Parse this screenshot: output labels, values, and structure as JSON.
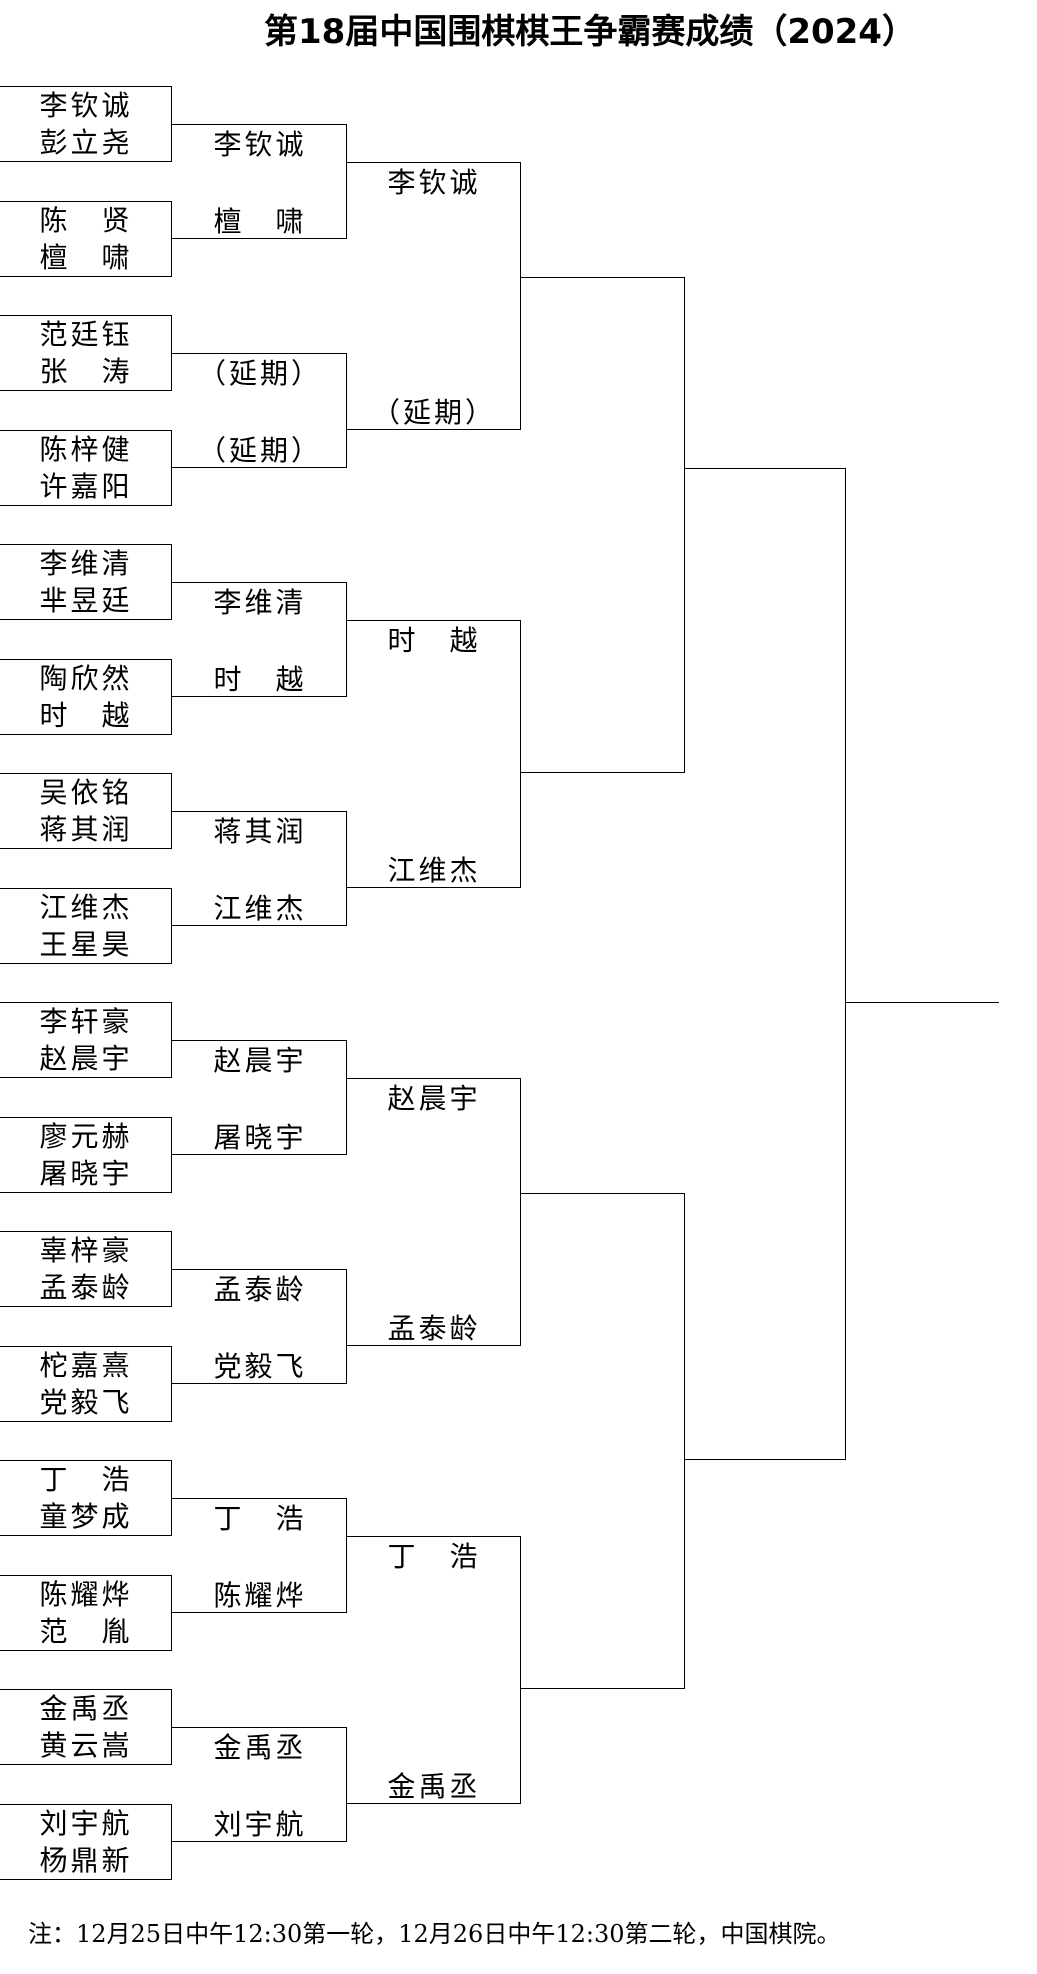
{
  "title": "第18届中国围棋棋王争霸赛成绩（2024）",
  "round1_players": [
    [
      "李钦诚",
      "彭立尧"
    ],
    [
      "陈　贤",
      "檀　啸"
    ],
    [
      "范廷钰",
      "张　涛"
    ],
    [
      "陈梓健",
      "许嘉阳"
    ],
    [
      "李维清",
      "芈昱廷"
    ],
    [
      "陶欣然",
      "时　越"
    ],
    [
      "吴依铭",
      "蒋其润"
    ],
    [
      "江维杰",
      "王星昊"
    ],
    [
      "李轩豪",
      "赵晨宇"
    ],
    [
      "廖元赫",
      "屠晓宇"
    ],
    [
      "辜梓豪",
      "孟泰龄"
    ],
    [
      "柁嘉熹",
      "党毅飞"
    ],
    [
      "丁　浩",
      "童梦成"
    ],
    [
      "陈耀烨",
      "范　胤"
    ],
    [
      "金禹丞",
      "黄云嵩"
    ],
    [
      "刘宇航",
      "杨鼎新"
    ]
  ],
  "round2_players": [
    [
      "李钦诚",
      "檀　啸"
    ],
    [
      "（延期）",
      "（延期）"
    ],
    [
      "李维清",
      "时　越"
    ],
    [
      "蒋其润",
      "江维杰"
    ],
    [
      "赵晨宇",
      "屠晓宇"
    ],
    [
      "孟泰龄",
      "党毅飞"
    ],
    [
      "丁　浩",
      "陈耀烨"
    ],
    [
      "金禹丞",
      "刘宇航"
    ]
  ],
  "round3_players": [
    [
      "李钦诚",
      "（延期）"
    ],
    [
      "时　越",
      "江维杰"
    ],
    [
      "赵晨宇",
      "孟泰龄"
    ],
    [
      "丁　浩",
      "金禹丞"
    ]
  ],
  "note": "注：12月25日中午12:30第一轮，12月26日中午12:30第二轮，中国棋院。"
}
